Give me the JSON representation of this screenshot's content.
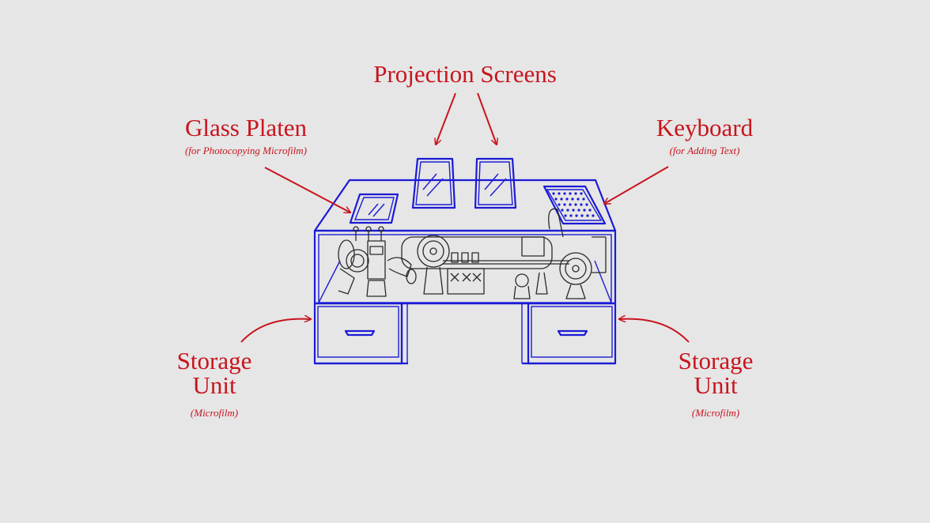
{
  "labels": {
    "projection": {
      "title": "Projection Screens"
    },
    "glass_platen": {
      "title": "Glass Platen",
      "subtitle": "(for Photocopying Microfilm)"
    },
    "keyboard": {
      "title": "Keyboard",
      "subtitle": "(for Adding Text)"
    },
    "storage_left": {
      "title_line1": "Storage",
      "title_line2": "Unit",
      "subtitle": "(Microfilm)"
    },
    "storage_right": {
      "title_line1": "Storage",
      "title_line2": "Unit",
      "subtitle": "(Microfilm)"
    }
  },
  "colors": {
    "background": "#e6e6e6",
    "label": "#c8141e",
    "furniture": "#1b1bd6",
    "mechanism": "#2a2a2a"
  }
}
